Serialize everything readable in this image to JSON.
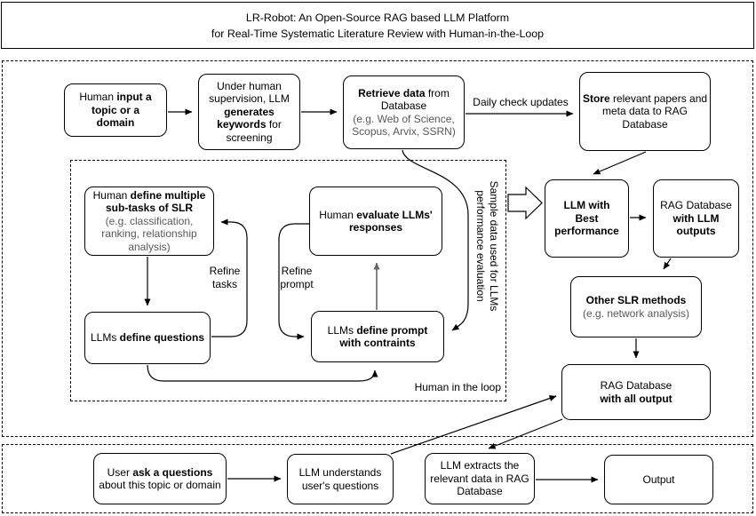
{
  "title": {
    "line1": "LR-Robot: An Open-Source RAG based LLM Platform",
    "line2": "for Real-Time Systematic Literature Review with Human-in-the-Loop"
  },
  "boxes": {
    "input_topic": {
      "seg": [
        {
          "t": "Human "
        },
        {
          "t": "input a topic or a domain",
          "b": true
        }
      ]
    },
    "gen_keywords": {
      "seg": [
        {
          "t": "Under human supervision, LLM "
        },
        {
          "t": "generates keywords",
          "b": true
        },
        {
          "t": " for screening"
        }
      ]
    },
    "retrieve_data": {
      "seg": [
        {
          "t": "Retrieve data",
          "b": true
        },
        {
          "t": " from Database"
        }
      ],
      "note": "(e.g. Web of Science, Scopus, Arvix, SSRN)"
    },
    "store_papers": {
      "seg": [
        {
          "t": "Store",
          "b": true
        },
        {
          "t": " relevant papers and meta data to RAG Database"
        }
      ]
    },
    "define_subtasks": {
      "seg": [
        {
          "t": "Human "
        },
        {
          "t": "define multiple sub-tasks of SLR",
          "b": true
        }
      ],
      "note": "(e.g. classification, ranking, relationship analysis)"
    },
    "human_evaluate": {
      "seg": [
        {
          "t": "Human "
        },
        {
          "t": "evaluate LLMs' responses",
          "b": true
        }
      ]
    },
    "define_questions": {
      "seg": [
        {
          "t": "LLMs "
        },
        {
          "t": "define questions",
          "b": true
        }
      ]
    },
    "define_prompt": {
      "seg": [
        {
          "t": "LLMs "
        },
        {
          "t": "define prompt with contraints",
          "b": true
        }
      ]
    },
    "llm_best": {
      "seg": [
        {
          "t": "LLM with Best performance",
          "b": true
        }
      ]
    },
    "rag_llm_outputs": {
      "seg": [
        {
          "t": "RAG Database"
        },
        {
          "t": "with LLM outputs",
          "b": true
        }
      ]
    },
    "other_slr": {
      "seg": [
        {
          "t": "Other SLR methods",
          "b": true
        }
      ],
      "note": "(e.g. network analysis)"
    },
    "rag_all_output": {
      "seg": [
        {
          "t": "RAG Database"
        },
        {
          "t": "with all output",
          "b": true
        }
      ]
    },
    "user_ask": {
      "seg": [
        {
          "t": "User "
        },
        {
          "t": "ask a questions",
          "b": true
        },
        {
          "t": " about this topic or domain"
        }
      ]
    },
    "llm_understands": {
      "seg": [
        {
          "t": "LLM understands user's questions"
        }
      ]
    },
    "llm_extracts": {
      "seg": [
        {
          "t": "LLM extracts the relevant data in RAG Database"
        }
      ]
    },
    "output": {
      "seg": [
        {
          "t": "Output"
        }
      ]
    }
  },
  "labels": {
    "daily_check": "Daily check updates",
    "refine_tasks": "Refine tasks",
    "refine_prompt": "Refine prompt",
    "human_in_loop": "Human in the loop",
    "sample_line1": "Sample data used for LLMs",
    "sample_line2": "performance evaluation"
  },
  "colors": {
    "line": "#000000",
    "note_text": "#595959",
    "gray_arrow": "#666666",
    "background": "#ffffff"
  }
}
